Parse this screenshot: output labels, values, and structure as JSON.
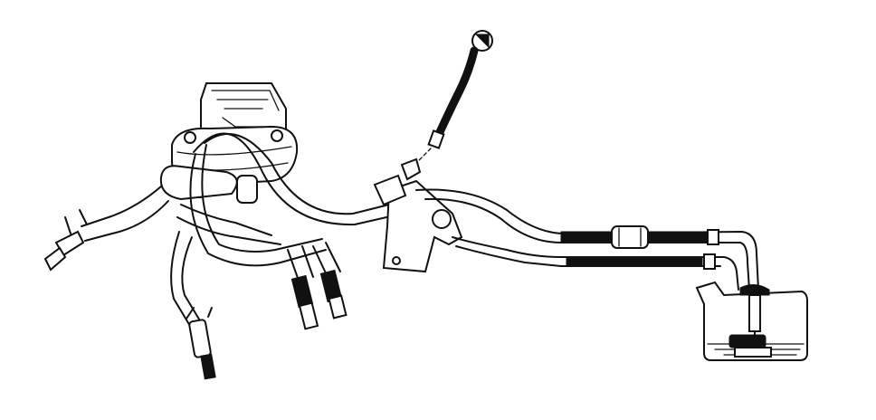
{
  "diagram": {
    "colors": {
      "line": "#111111",
      "background": "#ffffff"
    },
    "parts": [
      "carburetor",
      "fuel-hoses",
      "fuel-filter",
      "fuel-tank",
      "sender-unit",
      "vacuum-hose",
      "hose-connectors",
      "mounting-bracket"
    ]
  }
}
